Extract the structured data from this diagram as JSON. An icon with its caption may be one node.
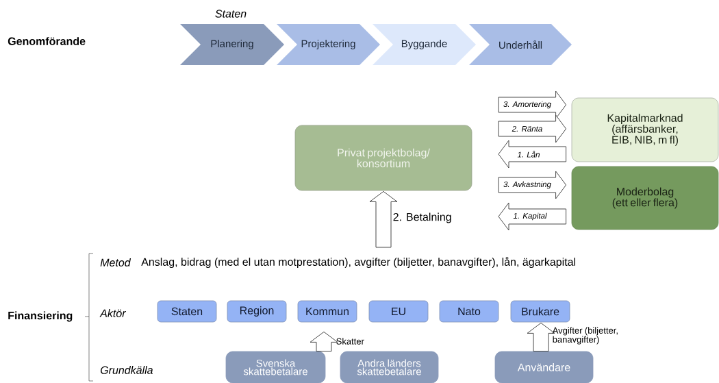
{
  "diagram": {
    "nodes": [
      {
        "text": [
          "Planering"
        ],
        "beside": [
          "Staten"
        ]
      },
      {
        "text": [
          "Projektering"
        ]
      },
      {
        "text": [
          "Byggande"
        ]
      },
      {
        "text": [
          "Underhåll"
        ]
      },
      {
        "text": [
          "Privat projektbolag/ konsortium"
        ]
      },
      {
        "text": [
          "Kapitalmarknad (affärsbanker, EIB, NIB, m fl)"
        ]
      },
      {
        "text": [
          "Moderbolag (ett eller flera)"
        ]
      },
      {
        "text": [
          "Staten"
        ]
      },
      {
        "text": [
          "Region"
        ]
      },
      {
        "text": [
          "Kommun"
        ]
      },
      {
        "text": [
          "EU"
        ]
      },
      {
        "text": [
          "Nato"
        ]
      },
      {
        "text": [
          "Brukare"
        ]
      },
      {
        "text": [
          "Svenska skattebetalare"
        ]
      },
      {
        "text": [
          "Andra länders skattebetalare"
        ]
      },
      {
        "text": [
          "Användare"
        ]
      }
    ],
    "edges": [
      {
        "from": null,
        "to": 5,
        "arrow": "to",
        "label": "3. Amortering"
      },
      {
        "from": null,
        "to": 5,
        "arrow": "to",
        "label": "2. Ränta"
      },
      {
        "from": 5,
        "to": null,
        "arrow": "to",
        "label": "1. Lån"
      },
      {
        "from": null,
        "to": 6,
        "arrow": "to",
        "label": "3. Avkastning"
      },
      {
        "from": 6,
        "to": null,
        "arrow": "to",
        "label": "1. Kapital"
      },
      {
        "from": null,
        "to": 4,
        "arrow": "to",
        "label": "2. Betalning"
      },
      {
        "from": 13,
        "to": 9,
        "arrow": "to",
        "label": "Skatter"
      },
      {
        "from": 15,
        "to": 12,
        "arrow": "to",
        "label": "Avgifter (biljetter, banavgifter)"
      }
    ],
    "labels": [
      "Genomförande",
      "Finansiering",
      "Metod",
      "Anslag, bidrag (med el utan motprestation), avgifter (biljetter, banavgifter), lån, ägarkapital",
      "Aktör",
      "Grundkälla"
    ]
  }
}
